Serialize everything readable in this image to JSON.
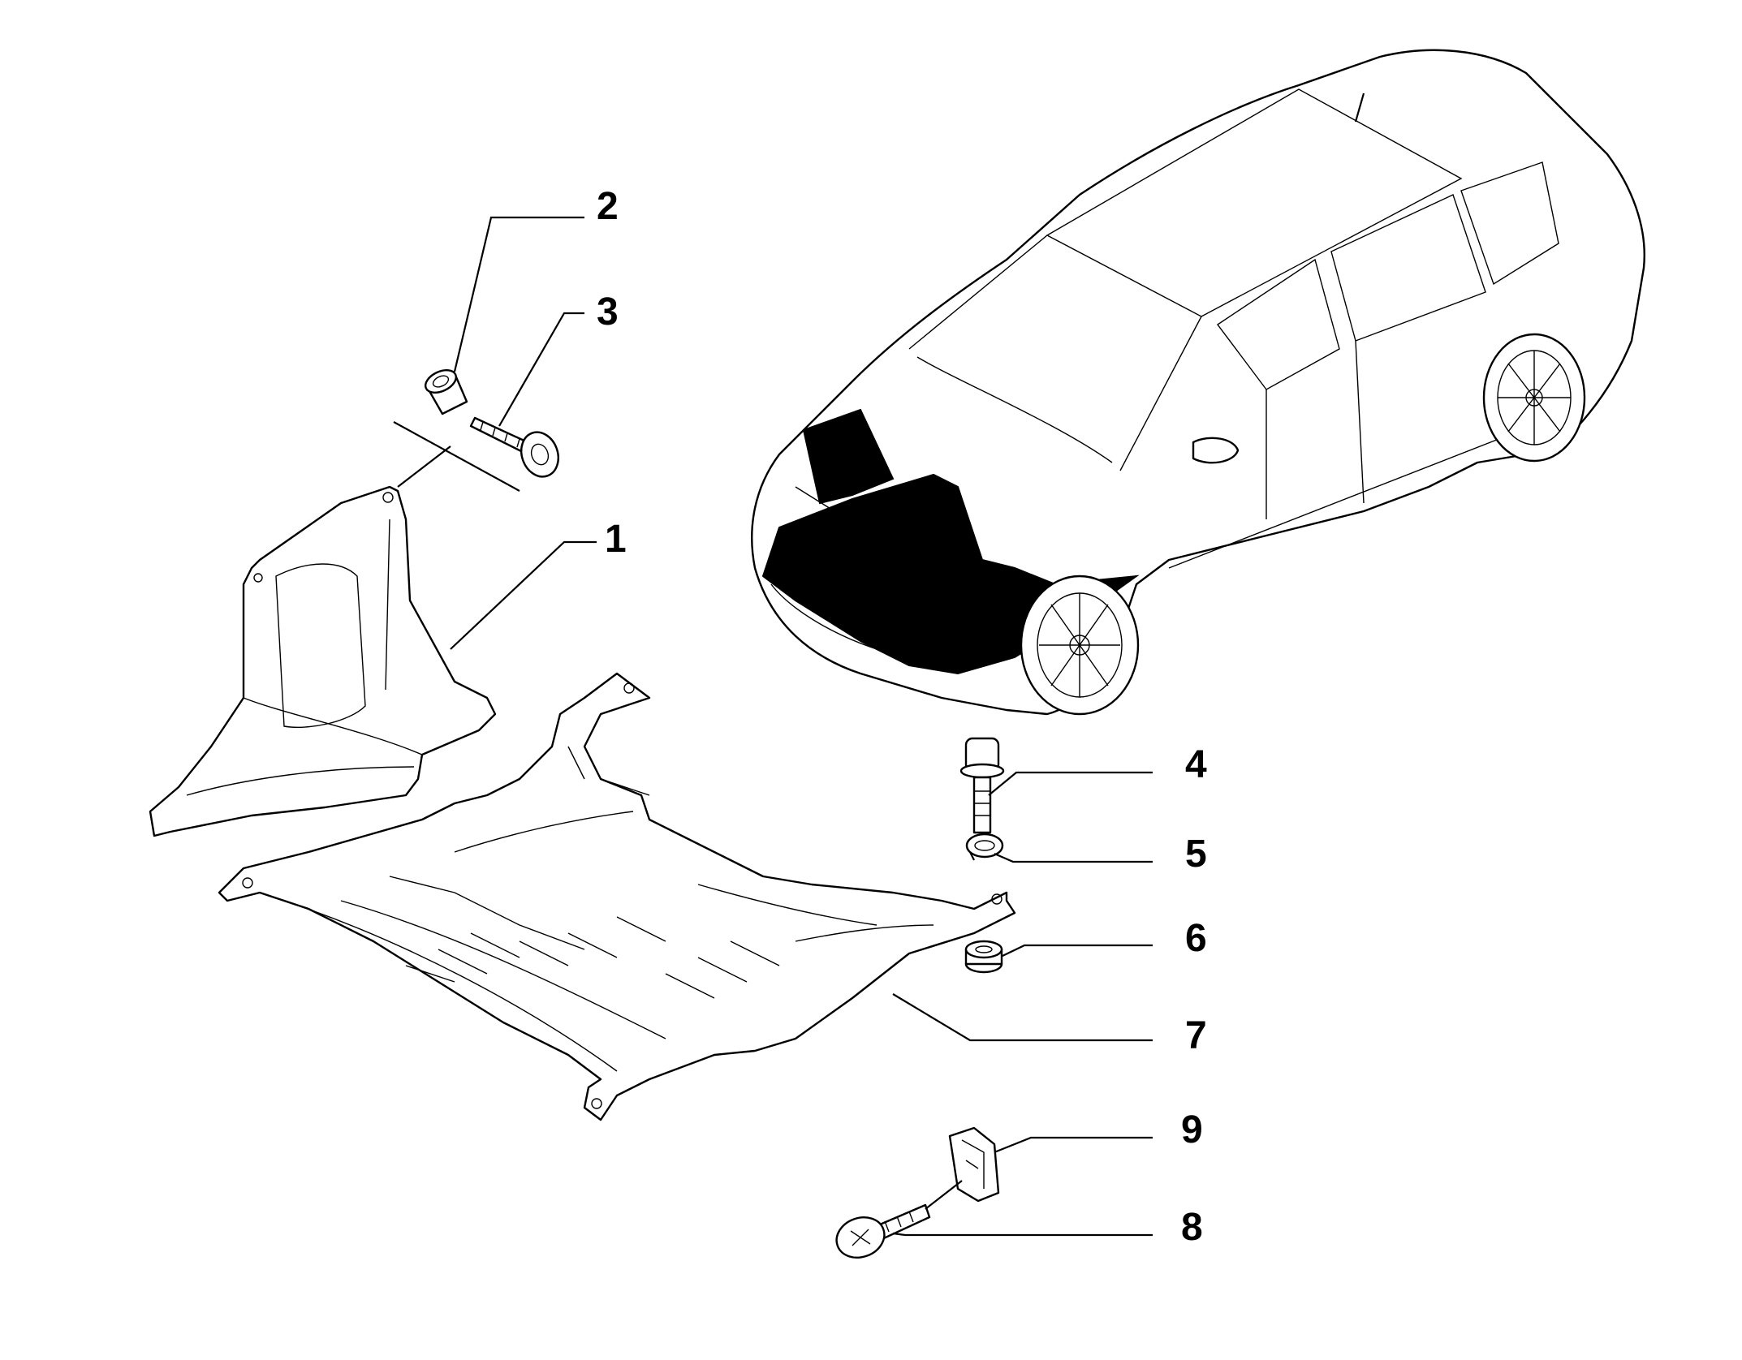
{
  "diagram": {
    "callouts": [
      {
        "id": "1",
        "label": "1"
      },
      {
        "id": "2",
        "label": "2"
      },
      {
        "id": "3",
        "label": "3"
      },
      {
        "id": "4",
        "label": "4"
      },
      {
        "id": "5",
        "label": "5"
      },
      {
        "id": "6",
        "label": "6"
      },
      {
        "id": "7",
        "label": "7"
      },
      {
        "id": "8",
        "label": "8"
      },
      {
        "id": "9",
        "label": "9"
      }
    ],
    "colors": {
      "ink": "#000000",
      "background": "#ffffff",
      "highlight": "#000000"
    }
  }
}
